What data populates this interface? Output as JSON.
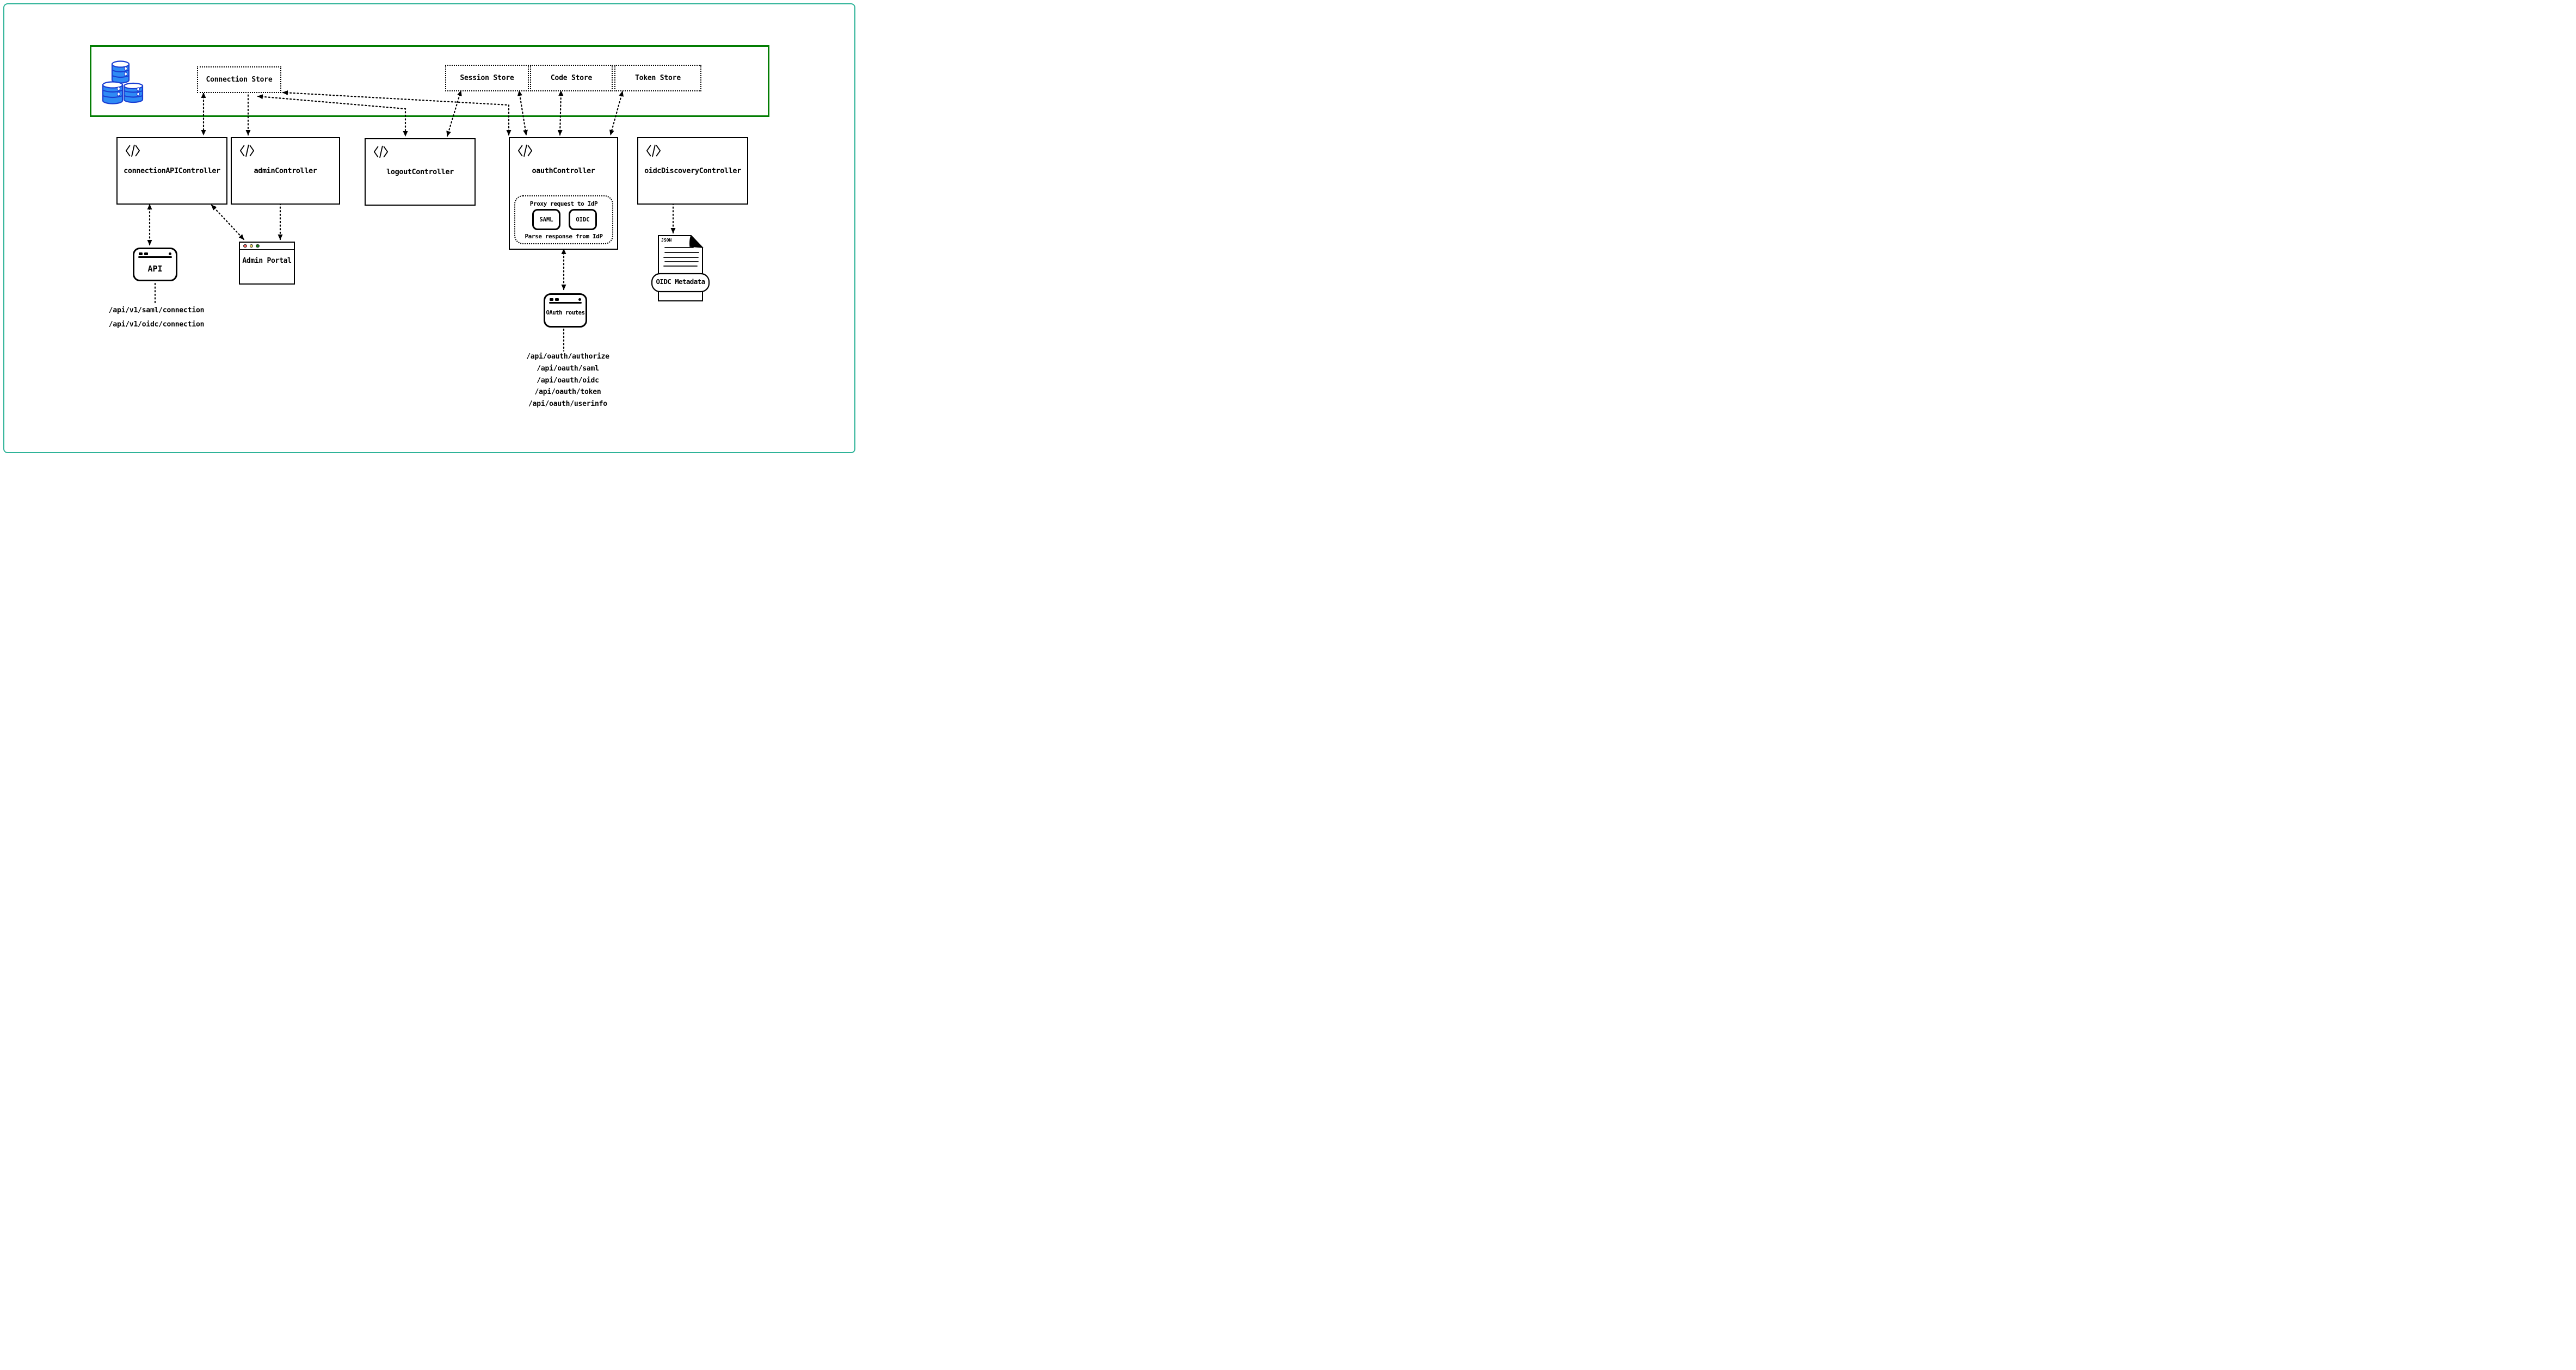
{
  "diagram": {
    "store_zone": {
      "stores": {
        "connection": "Connection Store",
        "session": "Session Store",
        "code": "Code Store",
        "token": "Token Store"
      }
    },
    "controllers": {
      "connection_api": "connectionAPIController",
      "admin": "adminController",
      "logout": "logoutController",
      "oauth": "oauthController",
      "oidc_discovery": "oidcDiscoveryController"
    },
    "idp_proxy": {
      "top": "Proxy request to IdP",
      "bottom": "Parse response from IdP",
      "saml": "SAML",
      "oidc": "OIDC"
    },
    "clients": {
      "api": "API",
      "admin_portal": "Admin Portal",
      "oauth_routes": "OAuth routes",
      "json_doc": "JSON",
      "oidc_metadata": "OIDC Metadata"
    },
    "routes": {
      "connection": [
        "/api/v1/saml/connection",
        "/api/v1/oidc/connection"
      ],
      "oauth": [
        "/api/oauth/authorize",
        "/api/oauth/saml",
        "/api/oauth/oidc",
        "/api/oauth/token",
        "/api/oauth/userinfo"
      ]
    },
    "colors": {
      "frame_teal": "#2eb398",
      "zone_green": "#037d03",
      "db_fill": "#2f8bf5",
      "db_stroke": "#1a3ed2",
      "traffic_red": "#f2615e",
      "traffic_yellow": "#f0d264",
      "traffic_green": "#1b7d1b"
    }
  }
}
